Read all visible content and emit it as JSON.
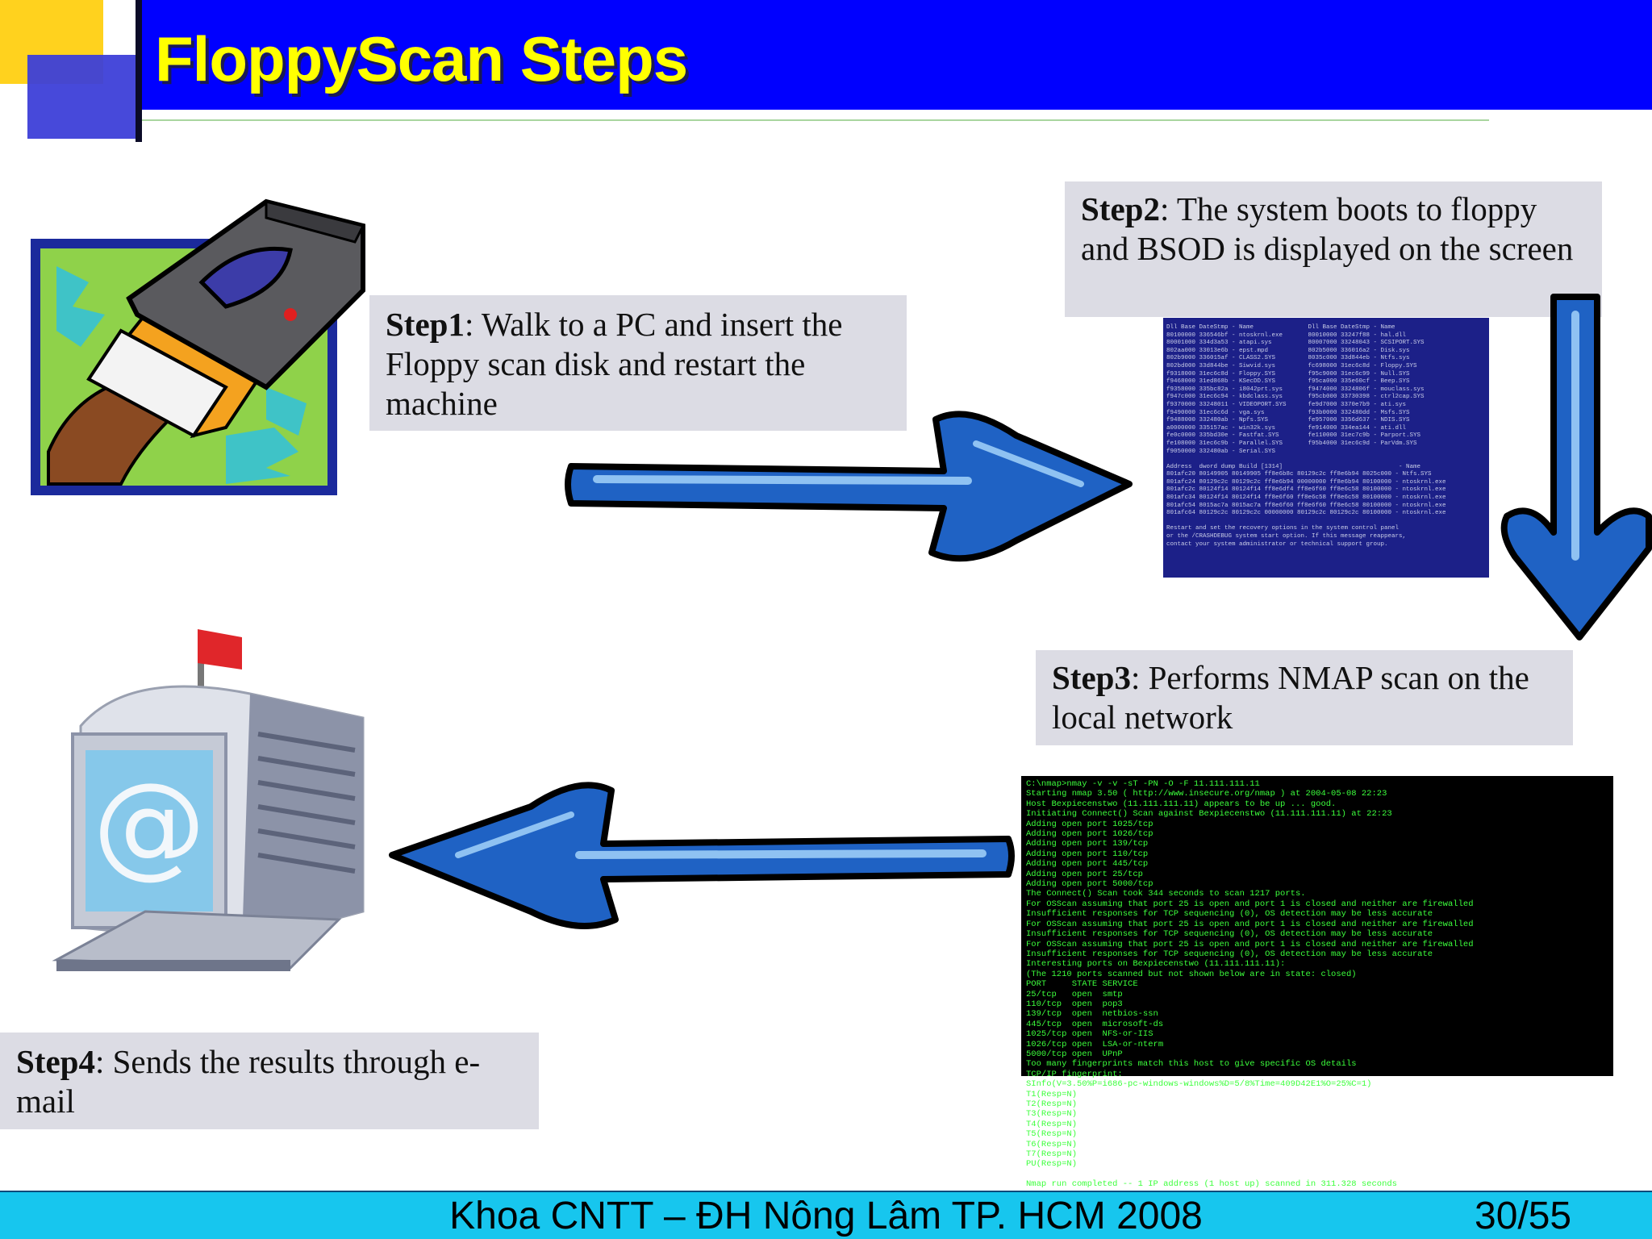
{
  "slide": {
    "title": "FloppyScan Steps",
    "steps": [
      {
        "label": "Step1",
        "text": ": Walk to a PC and insert the Floppy scan disk and restart the machine"
      },
      {
        "label": "Step2",
        "text": ": The system boots to floppy and BSOD is displayed on the screen"
      },
      {
        "label": "Step3",
        "text": ": Performs NMAP scan on the local network"
      },
      {
        "label": "Step4",
        "text": ": Sends the results through e-mail"
      }
    ],
    "footer": "Khoa CNTT – ĐH Nông Lâm TP. HCM 2008",
    "page_number": "30/55"
  },
  "bsod_screen": {
    "text": "Dll Base DateStmp - Name               Dll Base DateStmp - Name\n80100000 336546bf - ntoskrnl.exe       80010000 33247f88 - hal.dll\n80001000 334d3a53 - atapi.sys          80007000 33248043 - SCSIPORT.SYS\n802aa000 33013e6b - epst.mpd           802b5000 336016a2 - Disk.sys\n802b9000 336015af - CLASS2.SYS         8035c000 33d844eb - Ntfs.sys\n802bd000 33d844be - Siwvid.sys         fc698000 31ec6c8d - Floppy.SYS\nf9318000 31ec6c8d - Floppy.SYS         f95c9000 31ec6c99 - Null.SYS\nf9468000 31ed868b - KSecDD.SYS         f95ca000 335e60cf - Beep.SYS\nf9358000 335bc82a - i8042prt.sys       f9474000 3324806f - mouclass.sys\nf947c000 31ec6c94 - kbdclass.sys       f95cb000 33730398 - ctrl2cap.SYS\nf9370000 33248011 - VIDEOPORT.SYS      fe9d7000 3370e7b9 - ati.sys\nf9490000 31ec6c6d - vga.sys            f93b0000 332480dd - Msfs.SYS\nf9488000 332480ab - Npfs.SYS           fe957000 3356d637 - NDIS.SYS\na0000000 335157ac - win32k.sys         fe914000 334ea144 - ati.dll\nfe0c0000 335bd30e - Fastfat.SYS        fe110000 31ec7c9b - Parport.SYS\nfe108000 31ec6c9b - Parallel.SYS       f95b4000 31ec6c9d - ParVdm.SYS\nf9050000 332480ab - Serial.SYS\n\nAddress  dword dump Build [1314]                                - Name\n801afc20 80149905 80149905 ff8e6b8c 80129c2c ff8e6b94 8025c000 - Ntfs.SYS\n801afc24 80129c2c 80129c2c ff8e6b94 00000000 ff8e6b94 80100000 - ntoskrnl.exe\n801afc2c 80124f14 80124f14 ff8e6df4 ff8e6f60 ff8e6c58 80100000 - ntoskrnl.exe\n801afc34 80124f14 80124f14 ff8e6f60 ff8e6c58 ff8e6c58 80100000 - ntoskrnl.exe\n801afc54 8015ac7a 8015ac7a ff8e6f60 ff8e6f60 ff8e6c58 80100000 - ntoskrnl.exe\n801afc64 80129c2c 80129c2c 00000000 80129c2c 80129c2c 80100000 - ntoskrnl.exe\n\nRestart and set the recovery options in the system control panel\nor the /CRASHDEBUG system start option. If this message reappears,\ncontact your system administrator or technical support group."
  },
  "nmap_screen": {
    "text": "C:\\nmap>nmay -v -v -sT -PN -O -F 11.111.111.11\nStarting nmap 3.50 ( http://www.insecure.org/nmap ) at 2004-05-08 22:23\nHost Bexpiecenstwo (11.111.111.11) appears to be up ... good.\nInitiating Connect() Scan against Bexpiecenstwo (11.111.111.11) at 22:23\nAdding open port 1025/tcp\nAdding open port 1026/tcp\nAdding open port 139/tcp\nAdding open port 110/tcp\nAdding open port 445/tcp\nAdding open port 25/tcp\nAdding open port 5000/tcp\nThe Connect() Scan took 344 seconds to scan 1217 ports.\nFor OSScan assuming that port 25 is open and port 1 is closed and neither are firewalled\nInsufficient responses for TCP sequencing (0), OS detection may be less accurate\nFor OSScan assuming that port 25 is open and port 1 is closed and neither are firewalled\nInsufficient responses for TCP sequencing (0), OS detection may be less accurate\nFor OSScan assuming that port 25 is open and port 1 is closed and neither are firewalled\nInsufficient responses for TCP sequencing (0), OS detection may be less accurate\nInteresting ports on Bexpiecenstwo (11.111.111.11):\n(The 1210 ports scanned but not shown below are in state: closed)\nPORT     STATE SERVICE\n25/tcp   open  smtp\n110/tcp  open  pop3\n139/tcp  open  netbios-ssn\n445/tcp  open  microsoft-ds\n1025/tcp open  NFS-or-IIS\n1026/tcp open  LSA-or-nterm\n5000/tcp open  UPnP\nToo many fingerprints match this host to give specific OS details\nTCP/IP fingerprint:\nSInfo(V=3.50%P=i686-pc-windows-windows%D=5/8%Time=409D42E1%O=25%C=1)\nT1(Resp=N)\nT2(Resp=N)\nT3(Resp=N)\nT4(Resp=N)\nT5(Resp=N)\nT6(Resp=N)\nT7(Resp=N)\nPU(Resp=N)\n\nNmap run completed -- 1 IP address (1 host up) scanned in 311.328 seconds"
  },
  "colors": {
    "header": "#0000ff",
    "title": "#ffff00",
    "footer": "#17c6ee",
    "step_box": "#dcdce4",
    "arrow": "#1f62c4"
  },
  "icons": [
    "floppy-drive-icon",
    "mailbox-computer-icon",
    "arrow-right-icon",
    "arrow-down-icon",
    "arrow-left-icon"
  ]
}
